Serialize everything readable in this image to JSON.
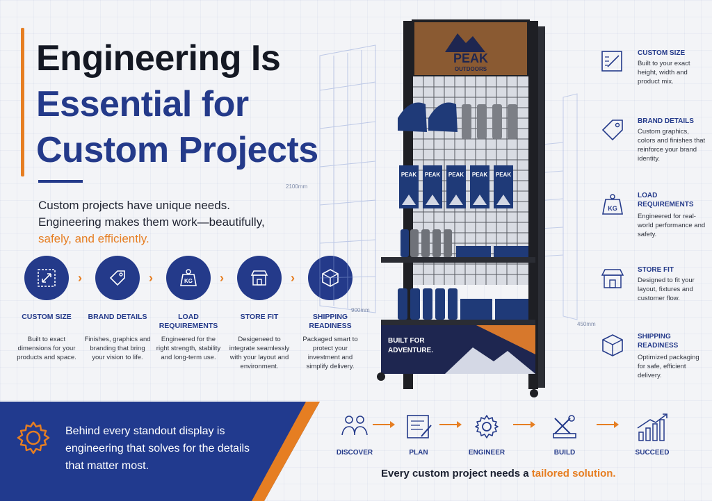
{
  "title": {
    "line1": "Engineering Is",
    "line2": "Essential for",
    "line3": "Custom Projects"
  },
  "subtitle": {
    "line1": "Custom projects have unique needs.",
    "line2": "Engineering makes them work—beautifully,",
    "line3": "safely, and efficiently."
  },
  "features": [
    {
      "name": "CUSTOM SIZE",
      "desc": "Built to exact dimensions for your products and space.",
      "icon": "expand-icon"
    },
    {
      "name": "BRAND DETAILS",
      "desc": "Finishes, graphics and branding that bring your vision to life.",
      "icon": "tag-icon"
    },
    {
      "name": "LOAD REQUIREMENTS",
      "desc": "Engineered for the right strength, stability and long-term use.",
      "icon": "weight-icon"
    },
    {
      "name": "STORE FIT",
      "desc": "Desigeneed to integrate seamlessly with your layout and environment.",
      "icon": "store-icon"
    },
    {
      "name": "SHIPPING READINESS",
      "desc": "Packaged smart to protect your investment and simplify delivery.",
      "icon": "box-icon"
    }
  ],
  "side_features": [
    {
      "name": "CUSTOM SIZE",
      "desc": "Built to your exact height, width and product mix."
    },
    {
      "name": "BRAND DETAILS",
      "desc": "Custom graphics, colors and finishes that reinforce your brand identity."
    },
    {
      "name": "LOAD REQUIREMENTS",
      "desc": "Engineered for real-world performance and safety."
    },
    {
      "name": "STORE FIT",
      "desc": "Designed to fit your layout, fixtures and customer flow."
    },
    {
      "name": "SHIPPING READINESS",
      "desc": "Optimized packaging for safe, efficient delivery."
    }
  ],
  "weight_label": "KG",
  "dimensions": {
    "height": "2100mm",
    "width": "900mm",
    "depth": "450mm"
  },
  "display": {
    "brand_line1": "PEAK",
    "brand_line2": "OUTDOORS",
    "product_label": "PEAK",
    "banner_line1": "BUILT FOR",
    "banner_line2": "ADVENTURE."
  },
  "bottom_message": "Behind every standout display is engineering that solves for the details that matter most.",
  "process": [
    {
      "label": "DISCOVER",
      "icon": "people-icon"
    },
    {
      "label": "PLAN",
      "icon": "blueprint-icon"
    },
    {
      "label": "ENGINEER",
      "icon": "gear-icon"
    },
    {
      "label": "BUILD",
      "icon": "tools-icon"
    },
    {
      "label": "SUCCEED",
      "icon": "chart-up-icon"
    }
  ],
  "tagline": {
    "text": "Every custom project needs a ",
    "highlight": "tailored solution."
  },
  "colors": {
    "navy": "#243a8a",
    "orange": "#e67e22",
    "dark": "#141823"
  }
}
